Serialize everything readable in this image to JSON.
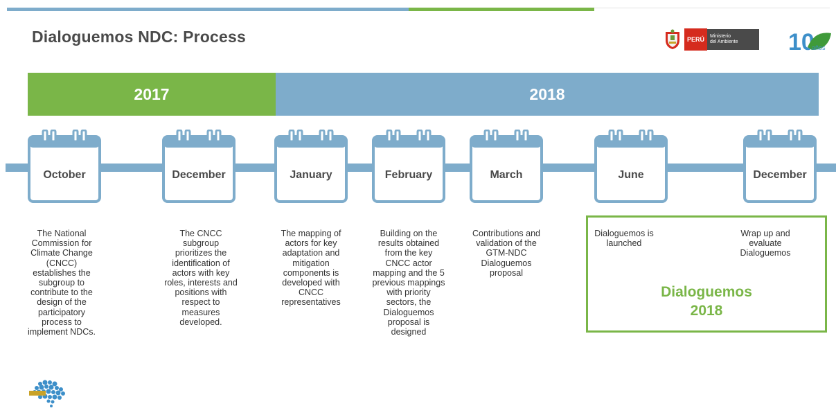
{
  "header": {
    "title": "Dialoguemos NDC: Process",
    "logo_peru": "PERÚ",
    "logo_ministry_line1": "Ministerio",
    "logo_ministry_line2": "del Ambiente",
    "anniversary_number": "10",
    "anniversary_word": "años"
  },
  "years": {
    "y2017": "2017",
    "y2018": "2018"
  },
  "months": [
    {
      "label": "October",
      "desc": [
        "The National",
        "Commission for",
        "Climate Change",
        "(CNCC)",
        "establishes the",
        "subgroup to",
        "contribute to the",
        "design of the",
        "participatory",
        "process to",
        "implement NDCs."
      ]
    },
    {
      "label": "December",
      "desc": [
        "The CNCC",
        "subgroup",
        "prioritizes the",
        "identification of",
        "actors with key",
        "roles, interests and",
        "positions with",
        "respect to",
        "measures",
        "developed."
      ]
    },
    {
      "label": "January",
      "desc": [
        "The mapping of",
        "actors for key",
        "adaptation and",
        "mitigation",
        "components is",
        "developed with",
        "CNCC",
        "representatives"
      ]
    },
    {
      "label": "February",
      "desc": [
        "Building on the",
        "results obtained",
        "from the key",
        "CNCC actor",
        "mapping and the 5",
        "previous mappings",
        "with priority",
        "sectors, the",
        "Dialoguemos",
        "proposal is",
        "designed"
      ]
    },
    {
      "label": "March",
      "desc": [
        "Contributions and",
        "validation of the",
        "GTM-NDC",
        "Dialoguemos",
        "proposal"
      ]
    },
    {
      "label": "June",
      "desc": [
        "Dialoguemos is",
        "launched"
      ]
    },
    {
      "label": "December",
      "desc": [
        "Wrap up and",
        "evaluate",
        "Dialoguemos"
      ]
    }
  ],
  "highlight": {
    "line1": "Dialoguemos",
    "line2": "2018"
  },
  "colors": {
    "green": "#7ab648",
    "blue": "#7eaccb",
    "text": "#333333"
  },
  "icons": [
    "calendar-icon",
    "peru-shield-icon",
    "brain-logo-icon"
  ]
}
